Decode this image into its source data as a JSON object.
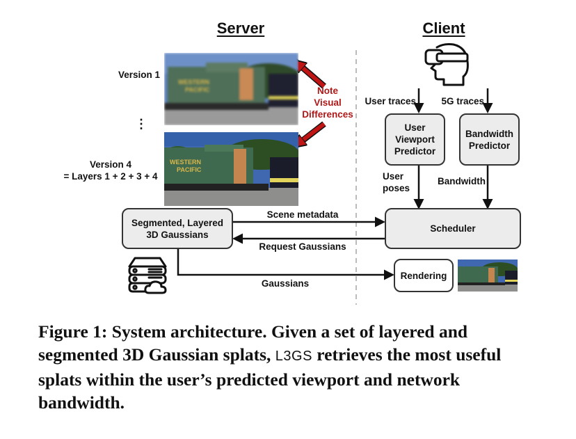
{
  "headers": {
    "server": "Server",
    "client": "Client"
  },
  "server": {
    "version1_label": "Version 1",
    "ellipsis": "⋮",
    "version4_label_line1": "Version 4",
    "version4_label_line2": "= Layers 1 + 2 + 3 + 4",
    "annotation_line1": "Note",
    "annotation_line2": "Visual",
    "annotation_line3": "Differences",
    "gaussians_box_line1": "Segmented, Layered",
    "gaussians_box_line2": "3D Gaussians"
  },
  "client": {
    "user_traces": "User traces",
    "fiveg_traces": "5G traces",
    "viewport_predictor_line1": "User",
    "viewport_predictor_line2": "Viewport",
    "viewport_predictor_line3": "Predictor",
    "bandwidth_predictor_line1": "Bandwidth",
    "bandwidth_predictor_line2": "Predictor",
    "user_poses_line1": "User",
    "user_poses_line2": "poses",
    "bandwidth_label": "Bandwidth",
    "scheduler": "Scheduler",
    "rendering": "Rendering"
  },
  "edges": {
    "scene_metadata": "Scene metadata",
    "request_gaussians": "Request Gaussians",
    "gaussians": "Gaussians"
  },
  "icons": {
    "vr_headset": "vr-headset-head-icon",
    "server_cloud": "server-cloud-icon"
  },
  "colors": {
    "annotation_red": "#b01818",
    "box_fill": "#ececec",
    "box_stroke": "#333333",
    "divider": "#bbbbbb"
  },
  "caption": {
    "part1": "Figure 1: System architecture. Given a set of layered and segmented 3D Gaussian splats, ",
    "system_name": "L3GS",
    "part2": " retrieves the most useful splats within the user’s predicted viewport and network bandwidth."
  }
}
